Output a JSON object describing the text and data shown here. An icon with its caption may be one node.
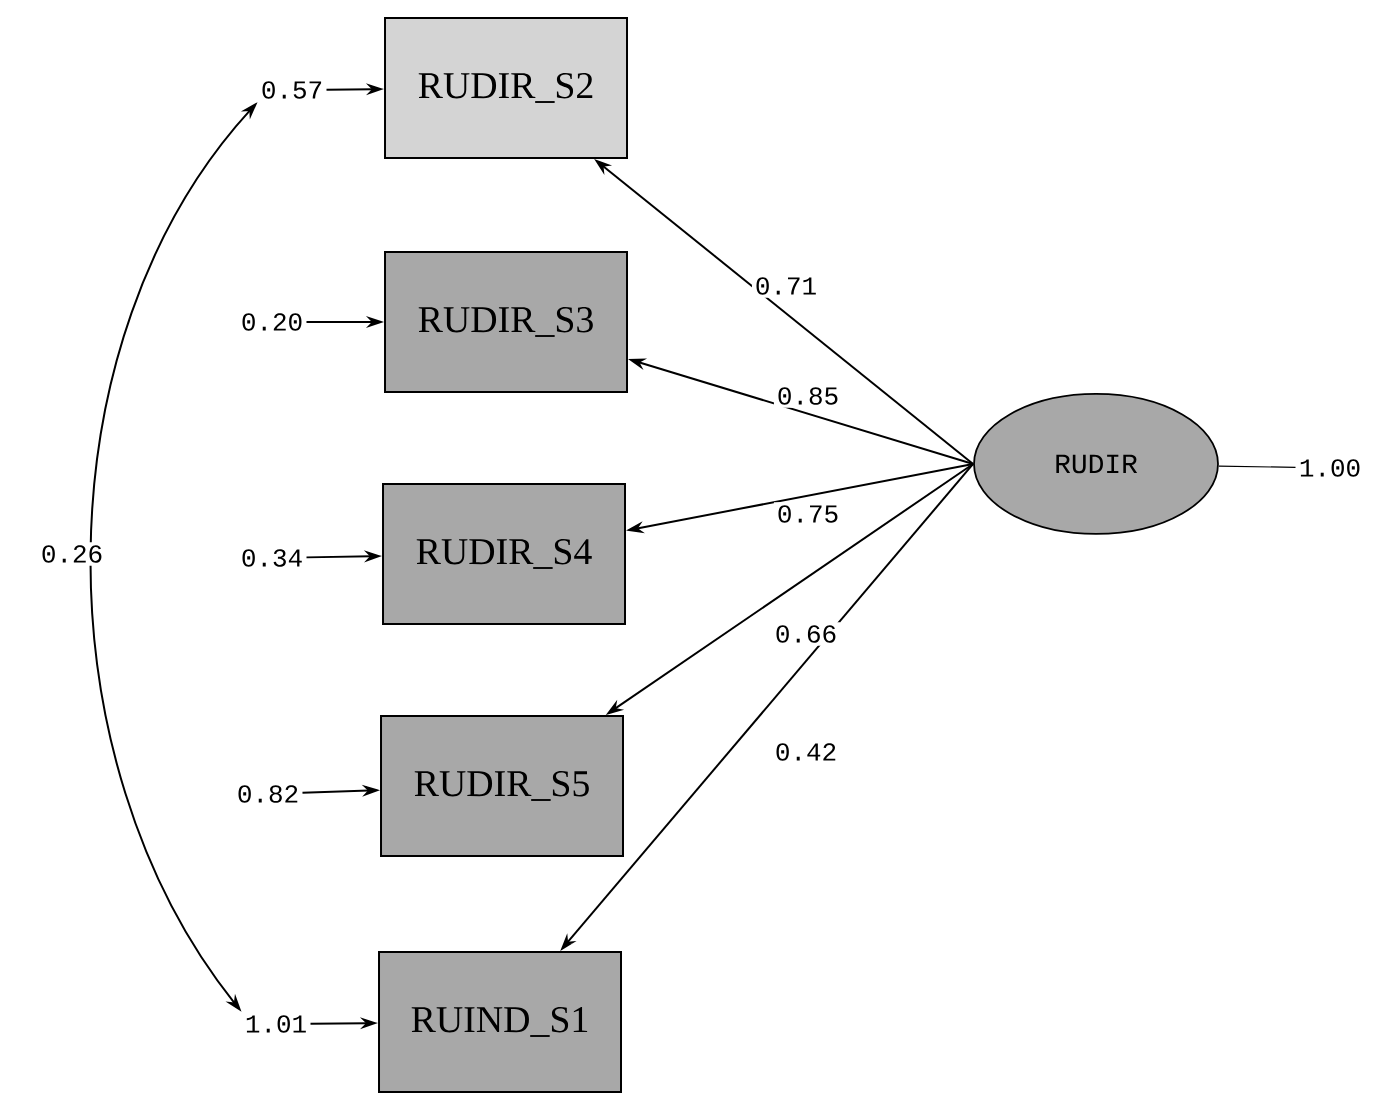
{
  "diagram": {
    "nodes": [
      {
        "text": [
          "RUDIR_S2"
        ]
      },
      {
        "text": [
          "RUDIR_S3"
        ]
      },
      {
        "text": [
          "RUDIR_S4"
        ]
      },
      {
        "text": [
          "RUDIR_S5"
        ]
      },
      {
        "text": [
          "RUIND_S1"
        ]
      },
      {
        "text": [
          "RUDIR"
        ]
      },
      {
        "text": [
          "0.57"
        ]
      },
      {
        "text": [
          "0.20"
        ]
      },
      {
        "text": [
          "0.34"
        ]
      },
      {
        "text": [
          "0.82"
        ]
      },
      {
        "text": [
          "1.01"
        ]
      },
      {
        "text": [
          "1.00"
        ]
      }
    ],
    "edges": [
      {
        "from": 6,
        "to": 0,
        "arrow": "to"
      },
      {
        "from": 7,
        "to": 1,
        "arrow": "to"
      },
      {
        "from": 8,
        "to": 2,
        "arrow": "to"
      },
      {
        "from": 9,
        "to": 3,
        "arrow": "to"
      },
      {
        "from": 10,
        "to": 4,
        "arrow": "to"
      },
      {
        "from": 5,
        "to": 0,
        "arrow": "to",
        "label": "0.71"
      },
      {
        "from": 5,
        "to": 1,
        "arrow": "to",
        "label": "0.85"
      },
      {
        "from": 5,
        "to": 2,
        "arrow": "to",
        "label": "0.75"
      },
      {
        "from": 5,
        "to": 3,
        "arrow": "to",
        "label": "0.66"
      },
      {
        "from": 5,
        "to": 4,
        "arrow": "to",
        "label": "0.42"
      },
      {
        "from": 5,
        "to": 11,
        "arrow": "none"
      },
      {
        "from": 6,
        "to": 10,
        "arrow": "both",
        "label": "0.26"
      }
    ]
  }
}
